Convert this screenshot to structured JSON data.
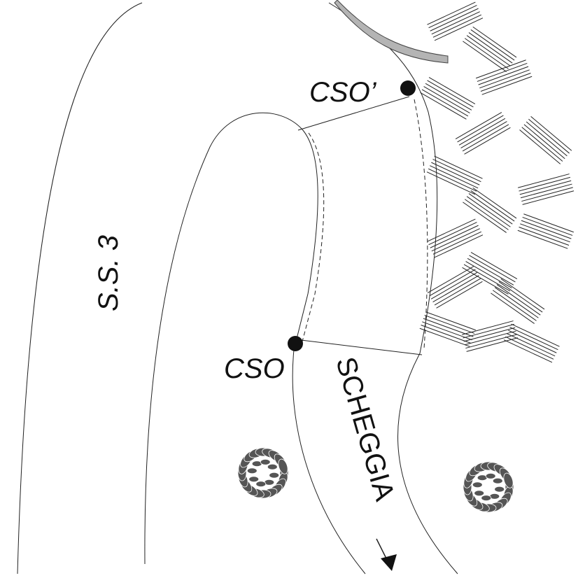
{
  "labels": {
    "road_name": "S.S. 3",
    "point_start": "CSO",
    "point_end": "CSO’",
    "direction": "SCHEGGIA"
  },
  "icons": {
    "point": "survey-point-icon",
    "direction": "arrow-head-icon",
    "tree": "tree-icon",
    "vegetation": "hatch-pattern"
  },
  "colors": {
    "line": "#222222",
    "guardrail": "#b4b4b4",
    "tree": "#555555"
  }
}
